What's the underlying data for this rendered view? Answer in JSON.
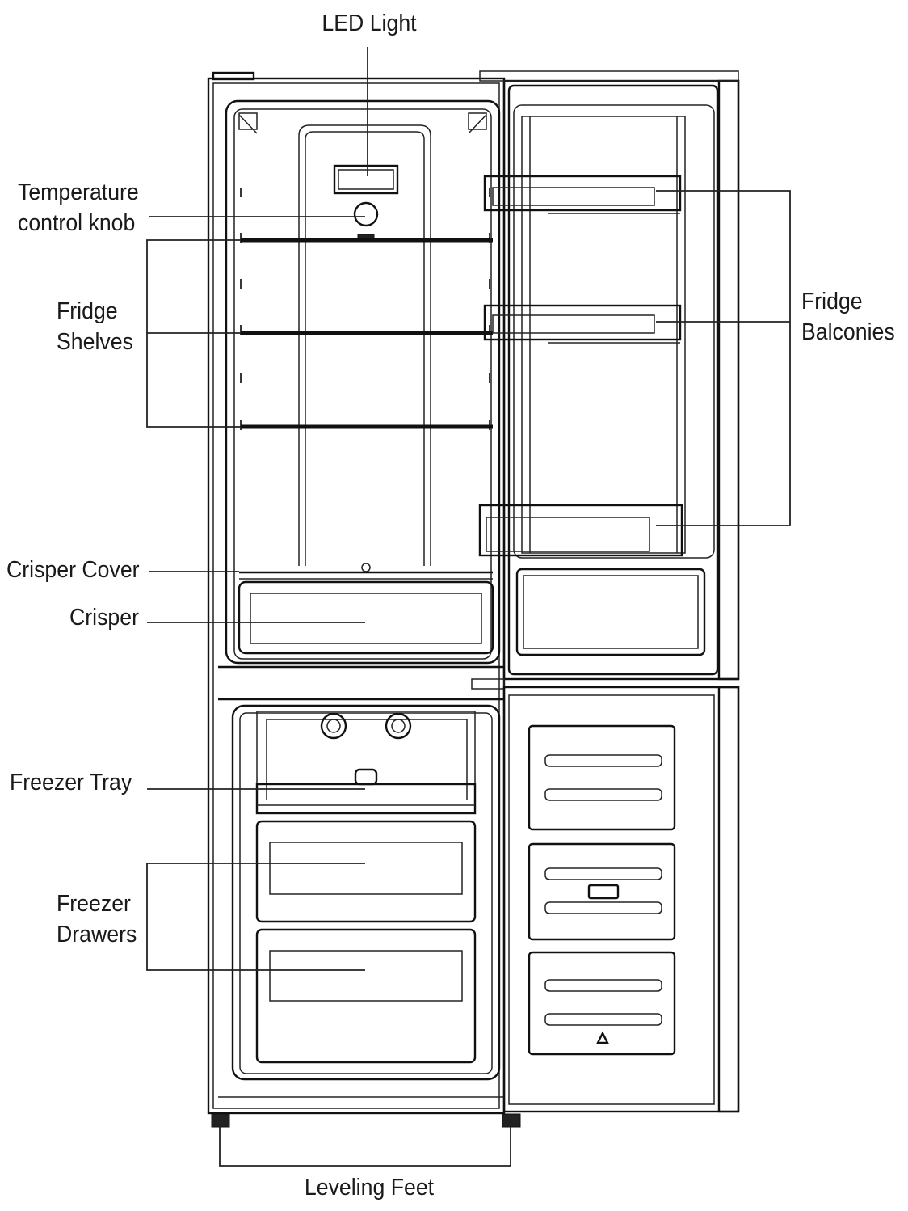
{
  "labels": {
    "led_light": "LED Light",
    "temperature_knob_line1": "Temperature",
    "temperature_knob_line2": "control knob",
    "fridge_shelves_line1": "Fridge",
    "fridge_shelves_line2": "Shelves",
    "fridge_balconies_line1": "Fridge",
    "fridge_balconies_line2": "Balconies",
    "crisper_cover": "Crisper Cover",
    "crisper": "Crisper",
    "freezer_tray": "Freezer Tray",
    "freezer_drawers_line1": "Freezer",
    "freezer_drawers_line2": "Drawers",
    "leveling_feet": "Leveling Feet"
  }
}
